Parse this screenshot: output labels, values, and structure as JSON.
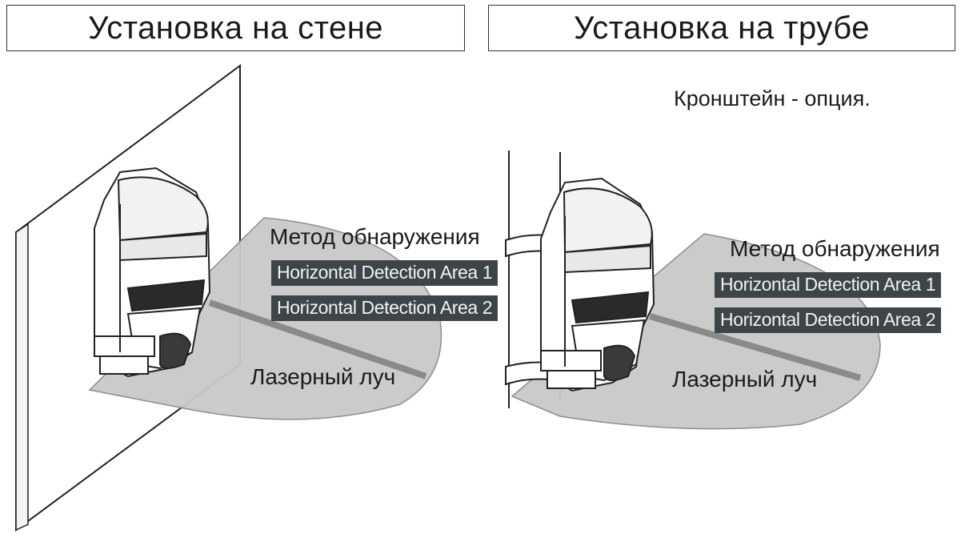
{
  "titles": {
    "left": "Установка на стене",
    "right": "Установка на трубе"
  },
  "note": "Кронштейн - опция.",
  "left_panel": {
    "method_label": "Метод обнаружения",
    "area1": "Horizontal Detection Area 1",
    "area2": "Horizontal Detection Area 2",
    "laser_label": "Лазерный луч"
  },
  "right_panel": {
    "method_label": "Метод обнаружения",
    "area1": "Horizontal Detection Area 1",
    "area2": "Horizontal Detection Area 2",
    "laser_label": "Лазерный луч"
  },
  "colors": {
    "area_fill": "#c9c9c9",
    "beam": "#8a8a8a",
    "tag_bg": "#3d4548",
    "line": "#222222"
  }
}
